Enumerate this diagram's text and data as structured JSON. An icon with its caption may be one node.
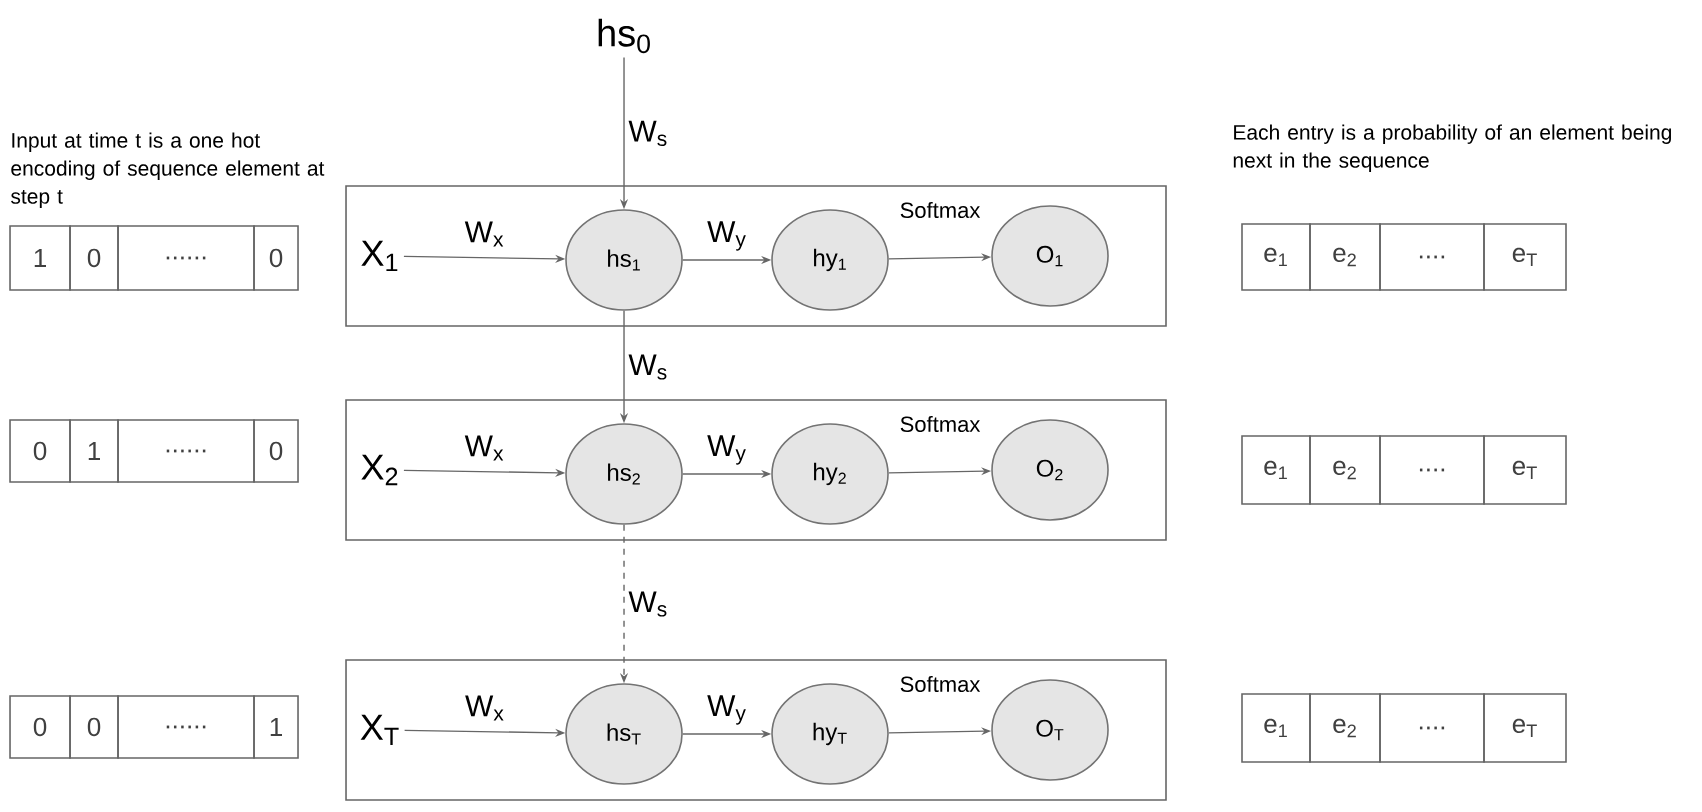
{
  "diagram": {
    "nodes": [
      {
        "text": [
          "hs$_{0}$"
        ]
      },
      {
        "text": [],
        "shape": "box"
      },
      {
        "text": [
          "X$_{1}$"
        ],
        "in": 1
      },
      {
        "text": [
          "hs$_{1}$"
        ],
        "in": 1
      },
      {
        "text": [
          "hy$_{1}$"
        ],
        "in": 1
      },
      {
        "text": [
          "O$_{1}$"
        ],
        "in": 1
      },
      {
        "text": [],
        "shape": "box"
      },
      {
        "text": [
          "X$_{2}$"
        ],
        "in": 6
      },
      {
        "text": [
          "hs$_{2}$"
        ],
        "in": 6
      },
      {
        "text": [
          "hy$_{2}$"
        ],
        "in": 6
      },
      {
        "text": [
          "O$_{2}$"
        ],
        "in": 6
      },
      {
        "text": [],
        "shape": "box"
      },
      {
        "text": [
          "X$_{T}$"
        ],
        "in": 11
      },
      {
        "text": [
          "hs$_{T}$"
        ],
        "in": 11
      },
      {
        "text": [
          "hy$_{T}$"
        ],
        "in": 11
      },
      {
        "text": [
          "O$_{T}$"
        ],
        "in": 11
      }
    ],
    "edges": [
      {
        "from": 0,
        "to": 3,
        "arrow": "to",
        "label": "W$_{s}$"
      },
      {
        "from": 2,
        "to": 3,
        "arrow": "to",
        "label": "W$_{x}$"
      },
      {
        "from": 3,
        "to": 4,
        "arrow": "to",
        "label": "W$_{y}$"
      },
      {
        "from": 4,
        "to": 5,
        "arrow": "to",
        "label": "Softmax"
      },
      {
        "from": 3,
        "to": 8,
        "arrow": "to",
        "label": "W$_{s}$"
      },
      {
        "from": 7,
        "to": 8,
        "arrow": "to",
        "label": "W$_{x}$"
      },
      {
        "from": 8,
        "to": 9,
        "arrow": "to",
        "label": "W$_{y}$"
      },
      {
        "from": 9,
        "to": 10,
        "arrow": "to",
        "label": "Softmax"
      },
      {
        "from": 8,
        "to": 13,
        "arrow": "to",
        "label": "W$_{s}$",
        "style": "dashed"
      },
      {
        "from": 12,
        "to": 13,
        "arrow": "to",
        "label": "W$_{x}$"
      },
      {
        "from": 13,
        "to": 14,
        "arrow": "to",
        "label": "W$_{y}$"
      },
      {
        "from": 14,
        "to": 15,
        "arrow": "to",
        "label": "Softmax"
      }
    ],
    "labels": [
      "Input at time t is a one hot encoding of sequence element at step t",
      "Each entry is a probability of an element being next in the sequence",
      "1",
      "0",
      "......",
      "0",
      "e$_{1}$",
      "e$_{2}$",
      "....",
      "e$_{T}$",
      "0",
      "1",
      "......",
      "0",
      "e$_{1}$",
      "e$_{2}$",
      "....",
      "e$_{T}$",
      "0",
      "0",
      "......",
      "1",
      "e$_{1}$",
      "e$_{2}$",
      "....",
      "e$_{T}$"
    ]
  }
}
